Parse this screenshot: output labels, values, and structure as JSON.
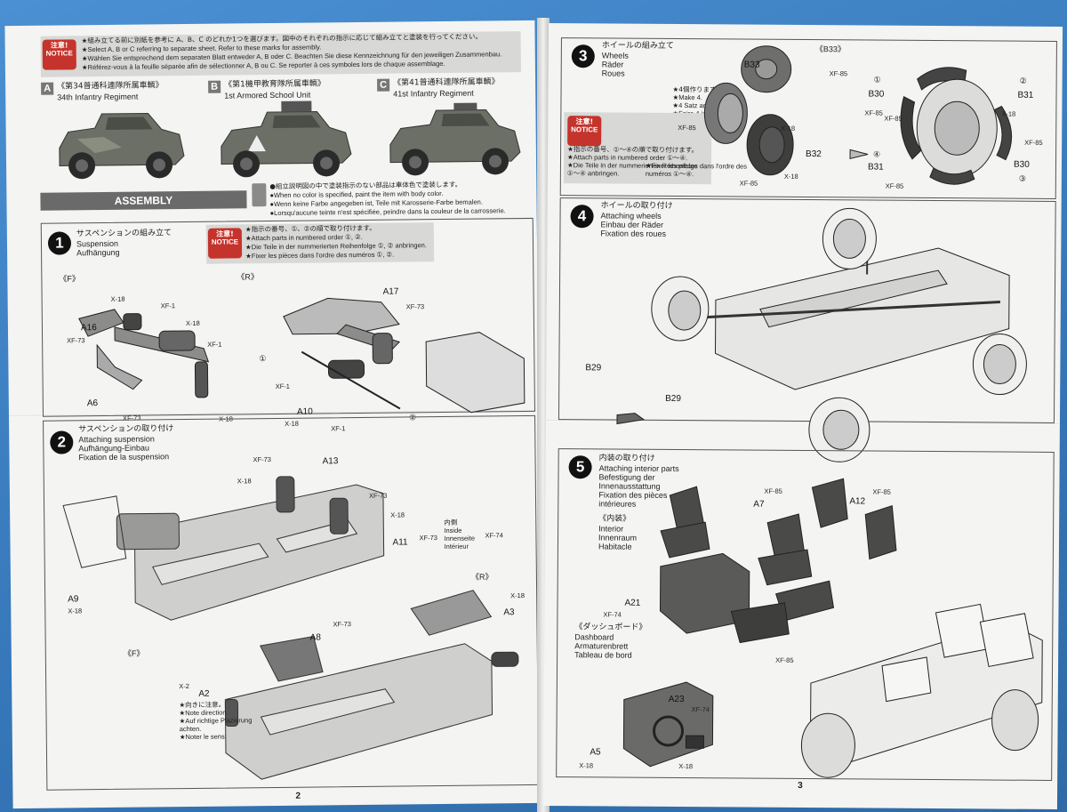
{
  "notice_badge": {
    "line1": "注意!",
    "line2": "NOTICE"
  },
  "left": {
    "notice_lines": [
      "★組み立てる前に別紙を参考に A、B、C のどれか1つを選びます。図中のそれぞれの指示に応じて組み立てと塗装を行ってください。",
      "★Select A, B or C referring to separate sheet. Refer to these marks for assembly.",
      "★Wählen Sie entsprechend dem separaten Blatt entweder A, B oder C. Beachten Sie diese Kennzeichnung für den jeweiligen Zusammenbau.",
      "★Référez-vous à la feuille séparée afin de sélectionner A, B ou C. Se reporter à ces symboles lors de chaque assemblage."
    ],
    "versions": [
      {
        "letter": "A",
        "jp": "《第34普通科連隊所属車輌》",
        "en": "34th Infantry Regiment"
      },
      {
        "letter": "B",
        "jp": "《第1機甲教育隊所属車輌》",
        "en": "1st Armored School Unit"
      },
      {
        "letter": "C",
        "jp": "《第41普通科連隊所属車輌》",
        "en": "41st Infantry Regiment"
      }
    ],
    "assembly_title": "ASSEMBLY",
    "color_note": [
      "●組立説明図の中で塗装指示のない部品は車体色で塗装します。",
      "●When no color is specified, paint the item with body color.",
      "●Wenn keine Farbe angegeben ist, Teile mit Karosserie-Farbe bemalen.",
      "●Lorsqu'aucune teinte n'est spécifiée, peindre dans la couleur de la carrosserie."
    ],
    "step1": {
      "number": "1",
      "title_jp": "サスペンションの組み立て",
      "title_en": "Suspension",
      "title_de": "Aufhängung",
      "notice": [
        "★指示の番号、①、②の順で取り付けます。",
        "★Attach parts in numbered order ①, ②.",
        "★Die Teile in der nummerierten Reihenfolge ①, ② anbringen.",
        "★Fixer les pièces dans l'ordre des numéros ①, ②."
      ],
      "front_label": "《F》",
      "rear_label": "《R》",
      "parts": [
        "A16",
        "A6",
        "A17",
        "A10"
      ],
      "paints": [
        "X-18",
        "XF-1",
        "X-18",
        "XF-73",
        "XF-1",
        "XF-73",
        "X-18",
        "XF-73",
        "XF-1",
        "X-18",
        "XF-1"
      ],
      "circles": [
        "①",
        "②"
      ]
    },
    "step2": {
      "number": "2",
      "title_jp": "サスペンションの取り付け",
      "title_en": "Attaching suspension",
      "title_de": "Aufhängung-Einbau",
      "title_fr": "Fixation de la suspension",
      "parts": [
        "A13",
        "A11",
        "A9",
        "A8",
        "A2",
        "A3"
      ],
      "paints": [
        "XF-73",
        "X-18",
        "XF-73",
        "X-18",
        "XF-73",
        "XF-74",
        "X-18",
        "XF-73",
        "X-2",
        "X-18"
      ],
      "inside": {
        "jp": "内側",
        "en": "Inside",
        "de": "Innenseite",
        "fr": "Intérieur"
      },
      "front_label": "《F》",
      "rear_label": "《R》",
      "direction_note": [
        "★向きに注意。",
        "★Note direction.",
        "★Auf richtige Plazierung",
        "achten.",
        "★Noter le sens."
      ]
    },
    "page_number": "2"
  },
  "right": {
    "step3": {
      "number": "3",
      "title_jp": "ホイールの組み立て",
      "title_en": "Wheels",
      "title_de": "Räder",
      "title_fr": "Roues",
      "make_note": [
        "★4個作ります。",
        "★Make 4.",
        "★4 Satz anfertigen.",
        "★Faire 4 jeux."
      ],
      "notice": [
        "★指示の番号、①～④の順で取り付けます。",
        "★Attach parts in numbered order ①～④.",
        "★Die Teile in der nummerierten Reihenfolge",
        "①～④ anbringen.",
        "★Fixer les pièces dans l'ordre des",
        "numéros ①～④."
      ],
      "b33_label": "《B33》",
      "parts": [
        "B33",
        "B32",
        "B30",
        "B31",
        "B31",
        "B30"
      ],
      "paints": [
        "XF-85",
        "XF-85",
        "X-18",
        "XF-85",
        "X-18",
        "XF-85",
        "XF-85",
        "X-18",
        "XF-85",
        "XF-85"
      ],
      "circles": [
        "①",
        "②",
        "③",
        "④"
      ]
    },
    "step4": {
      "number": "4",
      "title_jp": "ホイールの取り付け",
      "title_en": "Attaching wheels",
      "title_de": "Einbau der Räder",
      "title_fr": "Fixation des roues",
      "parts": [
        "B29",
        "B29"
      ]
    },
    "step5": {
      "number": "5",
      "title_jp": "内装の取り付け",
      "title_en": "Attaching interior parts",
      "title_de": "Befestigung der",
      "title_de2": "Innenausstattung",
      "title_fr": "Fixation des pièces",
      "title_fr2": "intérieures",
      "interior": {
        "jp": "《内装》",
        "en": "Interior",
        "de": "Innenraum",
        "fr": "Habitacle"
      },
      "dashboard": {
        "jp": "《ダッシュボード》",
        "en": "Dashboard",
        "de": "Armaturenbrett",
        "fr": "Tableau de bord"
      },
      "parts": [
        "A7",
        "A12",
        "A21",
        "A23",
        "A5"
      ],
      "paints": [
        "XF-85",
        "XF-85",
        "XF-74",
        "XF-85",
        "XF-74",
        "X-18",
        "X-18"
      ]
    },
    "page_number": "3"
  }
}
